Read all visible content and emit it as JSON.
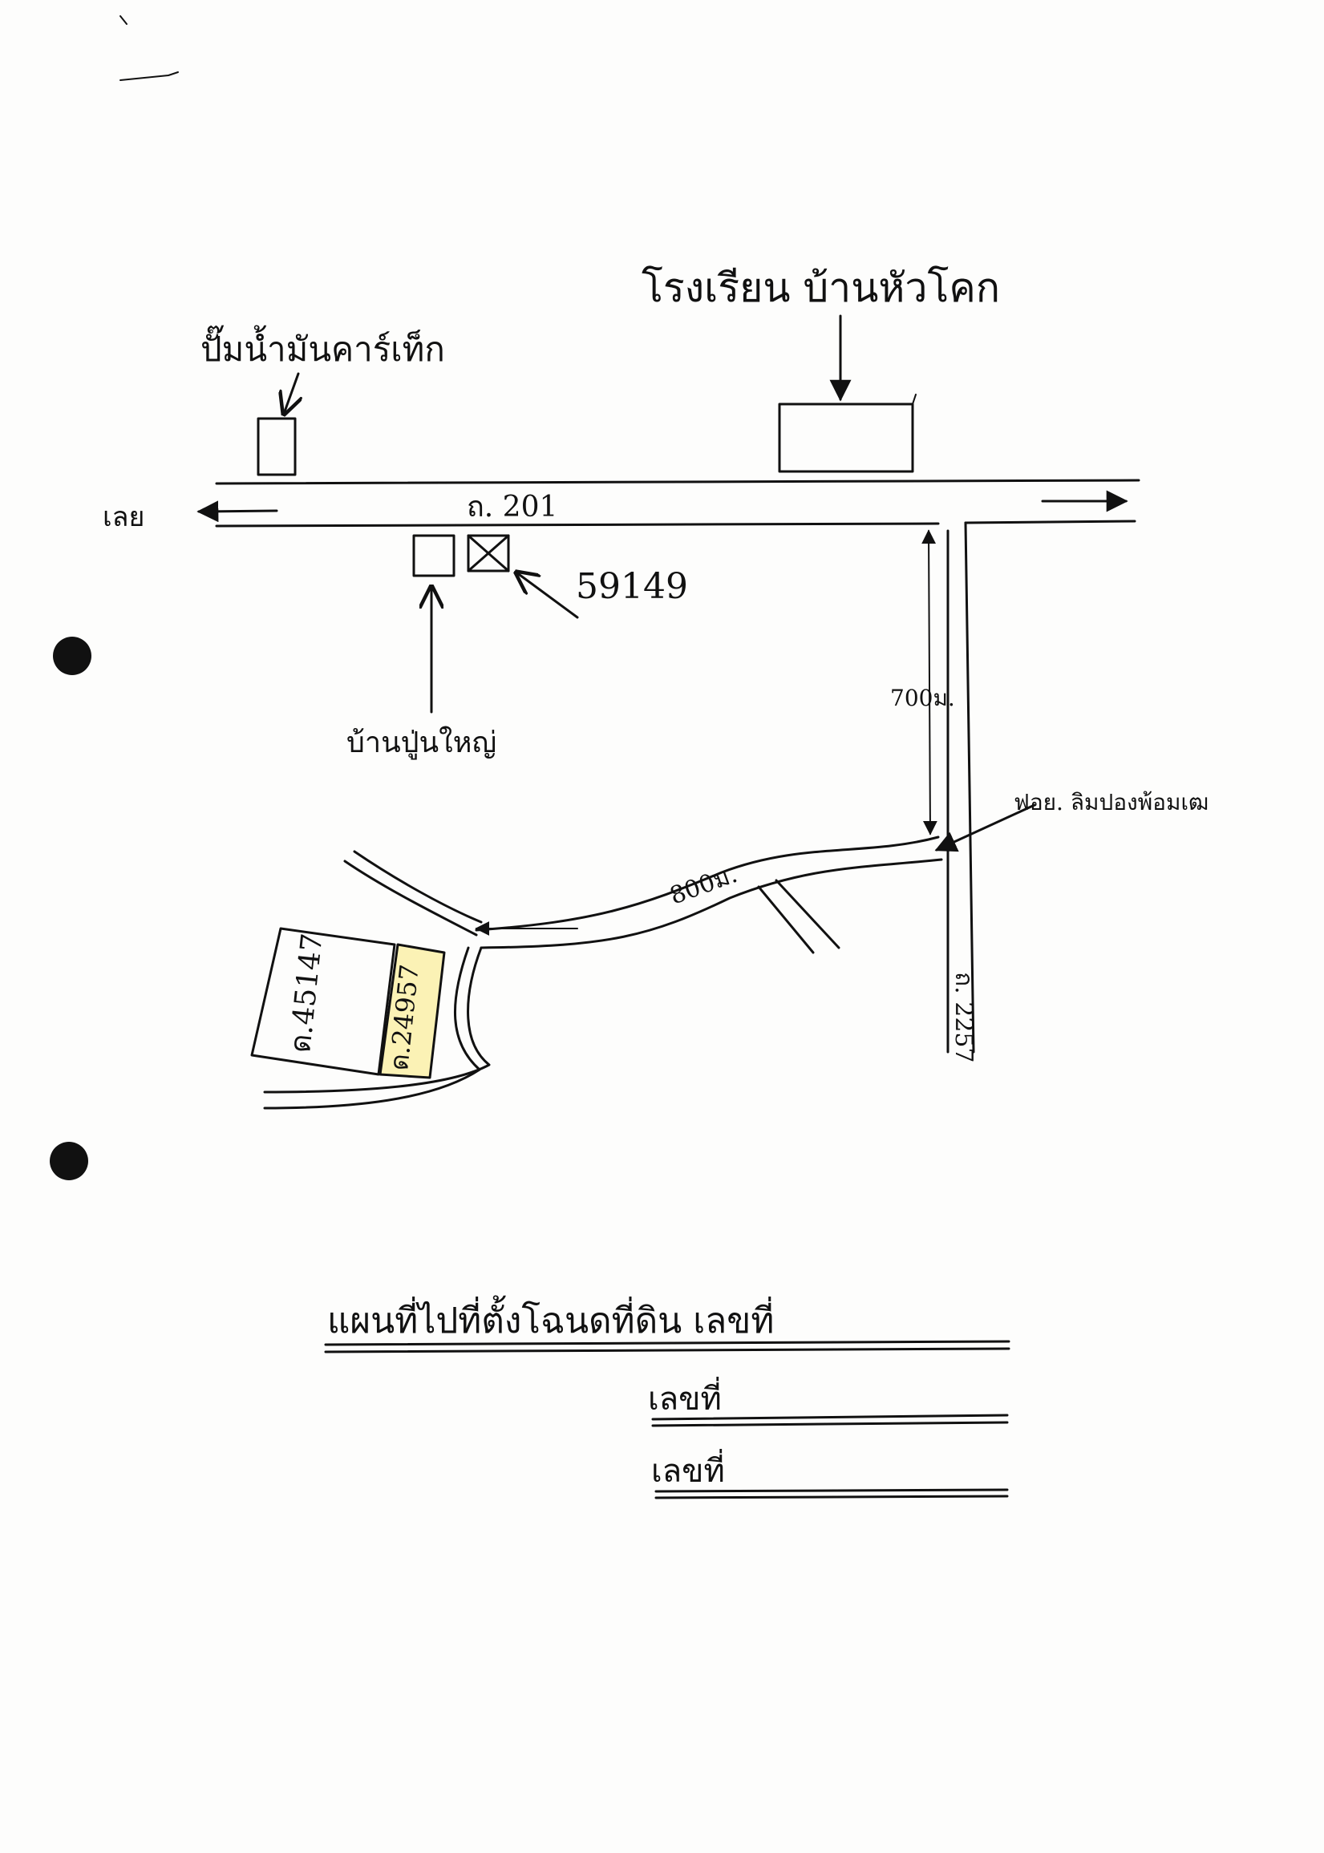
{
  "map": {
    "labels": {
      "gas_station": "ปั๊มน้ำมันคาร์เท็ก",
      "school": "โรงเรียน บ้านหัวโคก",
      "direction_left": "เลย",
      "main_road": "ถ. 201",
      "house_number": "59149",
      "village_house": "บ้านปู่นใหญ่",
      "distance_vertical": "700ม.",
      "landmark": "ฟอย. ลิมปองพ้อมเฒ",
      "distance_lane": "800ม.",
      "side_road": "ถ. 2257",
      "parcel_neighbor": "ด.45147",
      "parcel_target": "ด.24957"
    },
    "colors": {
      "ink": "#111111",
      "highlight": "#fbf2b5",
      "paper": "#fdfdfc"
    }
  },
  "caption": {
    "title": "แผนที่ไปที่ตั้งโฉนดที่ดิน เลขที่",
    "line_1": "เลขที่",
    "line_2": "เลขที่"
  }
}
